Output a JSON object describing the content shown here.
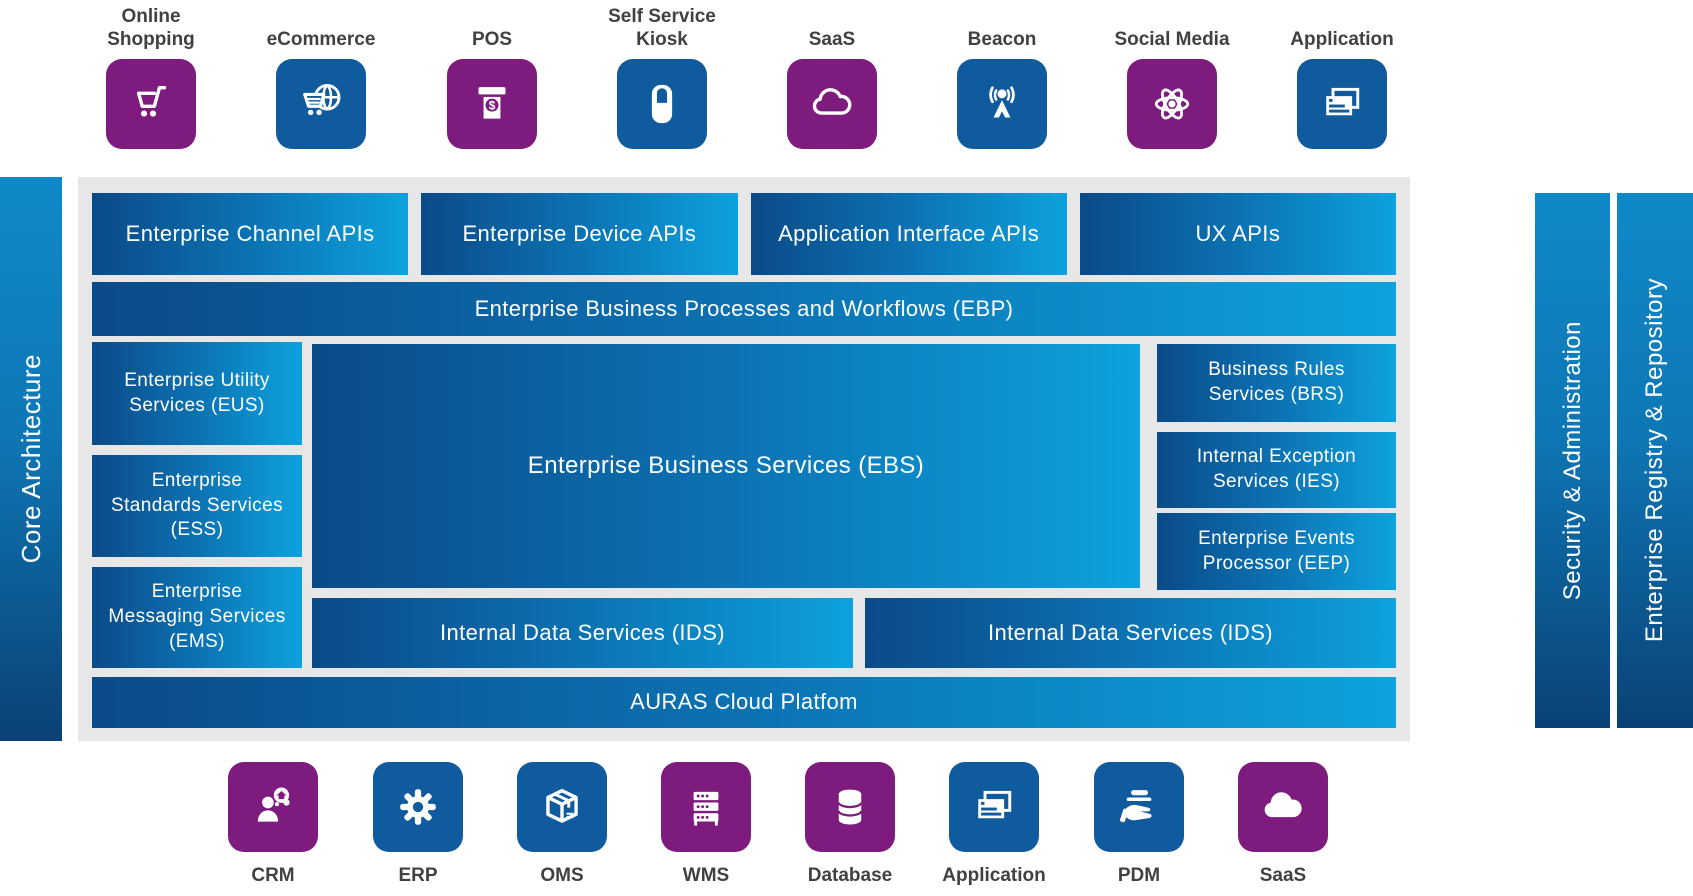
{
  "colors": {
    "tile_purple": "#7E1B7E",
    "tile_blue": "#0F5B9D",
    "box_gradient_start": "#0B4A88",
    "box_gradient_end": "#0DA2DE",
    "bar_gradient_top": "#1089C8",
    "bar_gradient_bottom": "#0A4176",
    "panel_background": "#E7E7E8",
    "icon_label_text": "#414042"
  },
  "top_icons": {
    "items": [
      {
        "label": "Online Shopping",
        "icon": "shopping-cart-icon",
        "color": "purple"
      },
      {
        "label": "eCommerce",
        "icon": "globe-cart-icon",
        "color": "blue"
      },
      {
        "label": "POS",
        "icon": "receipt-printer-icon",
        "color": "purple"
      },
      {
        "label": "Self Service Kiosk",
        "icon": "kiosk-icon",
        "color": "blue"
      },
      {
        "label": "SaaS",
        "icon": "cloud-icon",
        "color": "purple"
      },
      {
        "label": "Beacon",
        "icon": "beacon-antenna-icon",
        "color": "blue"
      },
      {
        "label": "Social Media",
        "icon": "atom-icon",
        "color": "purple"
      },
      {
        "label": "Application",
        "icon": "app-windows-icon",
        "color": "blue"
      }
    ]
  },
  "architecture": {
    "api_boxes": [
      "Enterprise Channel APIs",
      "Enterprise Device APIs",
      "Application Interface APIs",
      "UX APIs"
    ],
    "ebp": "Enterprise Business Processes and Workflows (EBP)",
    "left_services": [
      "Enterprise Utility Services (EUS)",
      "Enterprise Standards Services (ESS)",
      "Enterprise Messaging Services (EMS)"
    ],
    "ebs": "Enterprise Business Services (EBS)",
    "right_services": [
      "Business Rules Services (BRS)",
      "Internal Exception Services (IES)",
      "Enterprise Events Processor (EEP)"
    ],
    "ids_boxes": [
      "Internal Data Services (IDS)",
      "Internal Data Services (IDS)"
    ],
    "platform": "AURAS Cloud Platfom"
  },
  "side_bars": {
    "left": "Core Architecture",
    "right_inner": "Security & Administration",
    "right_outer": "Enterprise Registry & Repository"
  },
  "bottom_icons": {
    "items": [
      {
        "label": "CRM",
        "icon": "crm-person-icon",
        "color": "purple"
      },
      {
        "label": "ERP",
        "icon": "gear-icon",
        "color": "blue"
      },
      {
        "label": "OMS",
        "icon": "package-box-icon",
        "color": "blue"
      },
      {
        "label": "WMS",
        "icon": "server-rack-icon",
        "color": "purple"
      },
      {
        "label": "Database",
        "icon": "database-cylinder-icon",
        "color": "purple"
      },
      {
        "label": "Application",
        "icon": "app-windows-icon",
        "color": "blue"
      },
      {
        "label": "PDM",
        "icon": "hand-delivery-icon",
        "color": "blue"
      },
      {
        "label": "SaaS",
        "icon": "cloud-icon",
        "color": "purple"
      }
    ]
  }
}
